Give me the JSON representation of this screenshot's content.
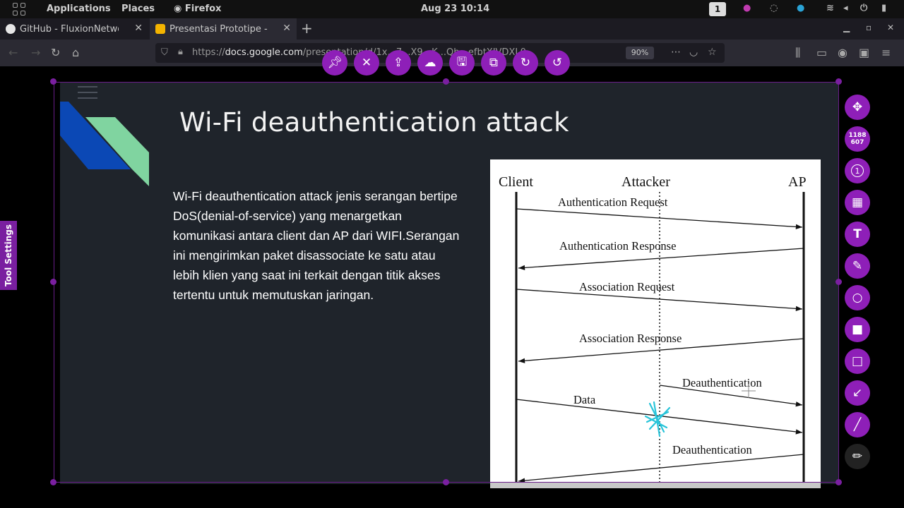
{
  "topbar": {
    "activities": "Applications",
    "places": "Places",
    "app_name": "Firefox",
    "clock": "Aug 23  10:14",
    "workspace": "1"
  },
  "tabs": [
    {
      "title": "GitHub - FluxionNetwork",
      "fav_color": "#e6e6e6"
    },
    {
      "title": "Presentasi Prototipe - Go",
      "fav_color": "#f4b400"
    }
  ],
  "navbar": {
    "url_dim": "https://",
    "url_host": "docs.google.com",
    "url_path": "/presentation/d/1x...7...X9...K...Qb...efbtXIVDXL0",
    "zoom": "90%"
  },
  "slide": {
    "title": "Wi-Fi deauthentication attack",
    "body": "Wi-Fi deauthentication attack jenis serangan bertipe DoS(denial-of-service) yang menargetkan komunikasi antara client dan AP dari WIFI.Serangan ini mengirimkan paket disassociate ke satu atau lebih klien yang saat ini terkait dengan titik akses tertentu untuk memutuskan jaringan.",
    "deco_blue": "#0b48b5",
    "deco_green": "#80d4a0"
  },
  "diagram": {
    "actors": [
      "Client",
      "Attacker",
      "AP"
    ],
    "messages": [
      "Authentication Request",
      "Authentication Response",
      "Association Request",
      "Association Response",
      "Deauthentication",
      "Data",
      "Deauthentication"
    ]
  },
  "annotation_toolbar": {
    "buttons": [
      "pin-icon",
      "close-icon",
      "open-in-window-icon",
      "cloud-upload-icon",
      "save-icon",
      "copy-icon",
      "redo-icon",
      "undo-icon"
    ]
  },
  "palette": {
    "size_w": "1188",
    "size_h": "607",
    "counter": "1",
    "tools": [
      "move-icon",
      "size-readout",
      "counter-icon",
      "pixelate-icon",
      "text-icon",
      "marker-icon",
      "circle-icon",
      "filled-rect-icon",
      "rect-icon",
      "arrow-icon",
      "line-icon",
      "pencil-icon"
    ]
  },
  "tool_settings_label": "Tool Settings",
  "accent": "#8e1fb8"
}
